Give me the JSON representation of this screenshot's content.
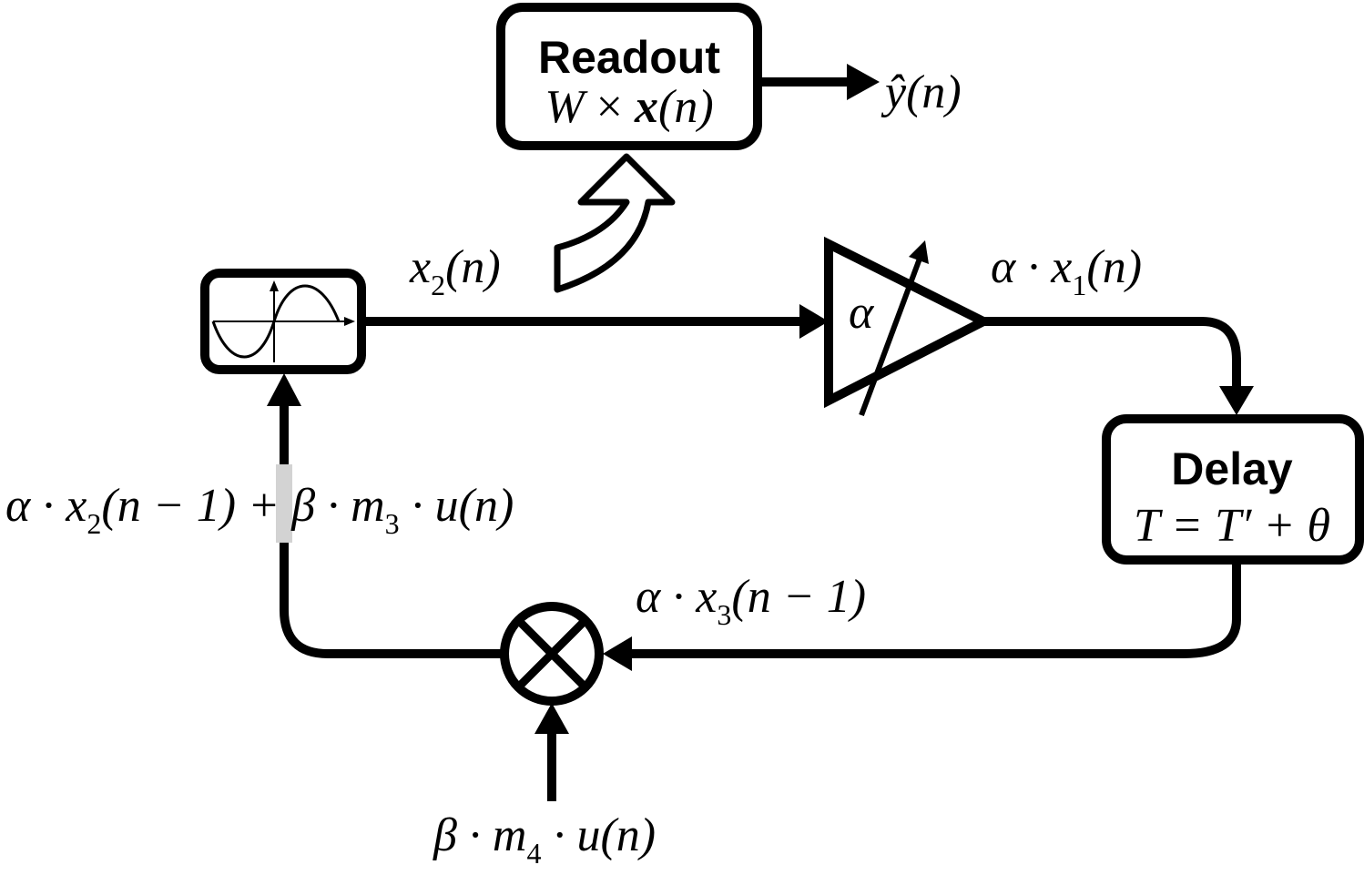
{
  "blocks": {
    "readout": {
      "title": "Readout",
      "formula_w": "W",
      "formula_times": " × ",
      "formula_x": "x",
      "formula_arg": "(n)"
    },
    "delay": {
      "title": "Delay",
      "formula": "T = T′ + θ"
    },
    "amplifier": {
      "gain_symbol": "α"
    }
  },
  "signals": {
    "output": {
      "main": "ŷ",
      "arg": "(n)"
    },
    "x2": {
      "main": "x",
      "sub": "2",
      "arg": "(n)"
    },
    "alpha_x1": {
      "prefix": "α · x",
      "sub": "1",
      "arg": "(n)"
    },
    "alpha_x3": {
      "prefix": "α · x",
      "sub": "3",
      "arg": "(n − 1)"
    },
    "feedback_sum": {
      "p1": "α · x",
      "s1": "2",
      "p2": "(n − 1) + β · m",
      "s2": "3",
      "p3": " · u(n)"
    },
    "input": {
      "p1": "β · m",
      "s1": "4",
      "p2": " · u(n)"
    }
  },
  "colors": {
    "stroke": "#000000",
    "background": "#ffffff",
    "highlight": "#d3d3d3"
  },
  "icons": {
    "nonlinear_node": "sine-wave-icon",
    "mixer": "multiply-circle-icon",
    "amplifier": "variable-gain-amplifier-icon",
    "readout_tap": "curved-arrow-icon"
  }
}
